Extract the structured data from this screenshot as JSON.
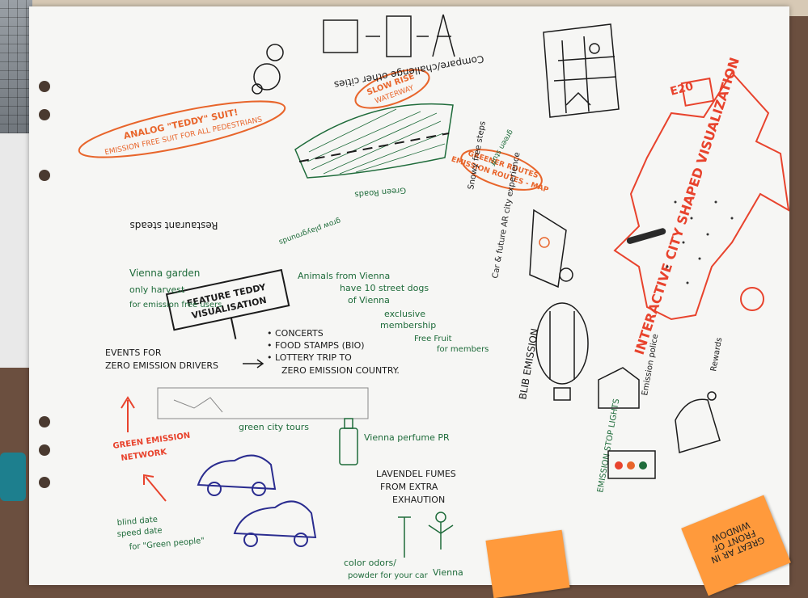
{
  "labels": {
    "analog_teddy": "ANALOG \"TEDDY\" SUIT!",
    "emission_free_suit": "EMISSION FREE SUIT FOR ALL PEDESTRIANS",
    "slow_rise": "SLOW RISE",
    "waterway": "WATERWAY",
    "compare_other_cities": "Compare/challenge other cities",
    "green_roads": "Green Roads",
    "restaurant_steads": "Restaurant steads",
    "emission_routes_map": "EMISSION ROUTES - MAP",
    "greener_routes": "GREENER ROUTES",
    "interactive_city": "INTERACTIVE CITY SHAPED VISUALIZATION",
    "e20": "E20",
    "vienna_garden": "Vienna garden",
    "only_harvest": "only harvest",
    "for_emission_free_users": "for emission free users",
    "feature_teddy": "FEATURE TEDDY",
    "visualisation": "VISUALISATION",
    "animals_from_vienna": "Animals from Vienna",
    "have_10_street_dogs": "have 10 street dogs",
    "of_vienna": "of Vienna",
    "exclusive": "exclusive",
    "membership": "membership",
    "free_fruit": "Free Fruit",
    "for_members": "for members",
    "concerts": "• CONCERTS",
    "food_stamps": "• FOOD STAMPS (BIO)",
    "lottery": "• LOTTERY TRIP TO",
    "zero_country": "ZERO EMISSION COUNTRY.",
    "events_for": "EVENTS FOR",
    "zero_drivers": "ZERO EMISSION DRIVERS",
    "ar_city": "Car & future AR city experience",
    "blib_emission": "BLIB EMISSION",
    "green_emission": "GREEN EMISSION",
    "network": "NETWORK",
    "green_city_tours": "green city tours",
    "vienna_perfume": "Vienna perfume PR",
    "lavendel": "LAVENDEL FUMES",
    "from_extra": "FROM EXTRA",
    "exhaustion": "EXHAUTION",
    "blind_date": "blind date",
    "speed_date": "speed date",
    "for_green_people": "for \"Green people\"",
    "color_odors": "color odors/",
    "powder_for_car": "powder for your car",
    "vienna_bottom": "Vienna",
    "emission_stop_lights": "EMISSION STOP LIGHTS",
    "emission_police": "Emission police",
    "rewards": "Rewards",
    "snow_free_steps": "Snowy free steps",
    "grow_playgrounds": "grow playgrounds",
    "green_stuff": "green stuff"
  },
  "notes": {
    "right": "GREAT AR IN FRONT OF WINDOW",
    "left": ""
  }
}
